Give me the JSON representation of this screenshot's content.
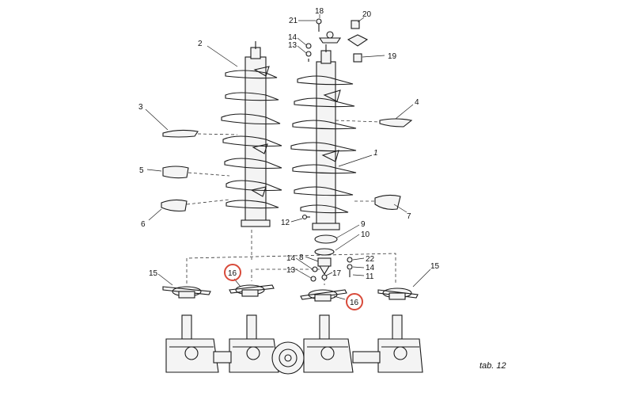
{
  "diagram": {
    "caption": "tab. 12",
    "part_labels": {
      "p1": "1",
      "p2": "2",
      "p3": "3",
      "p4": "4",
      "p5": "5",
      "p6": "6",
      "p7": "7",
      "p8": "8",
      "p9": "9",
      "p10": "10",
      "p11": "11",
      "p12": "12",
      "p13a": "13",
      "p13b": "13",
      "p14a": "14",
      "p14b": "14",
      "p14c": "14",
      "p15a": "15",
      "p15b": "15",
      "p16a": "16",
      "p16b": "16",
      "p17": "17",
      "p18": "18",
      "p19": "19",
      "p20": "20",
      "p21": "21",
      "p22": "22"
    },
    "highlighted_parts": [
      "16"
    ],
    "highlight_color": "#d84a3a"
  }
}
